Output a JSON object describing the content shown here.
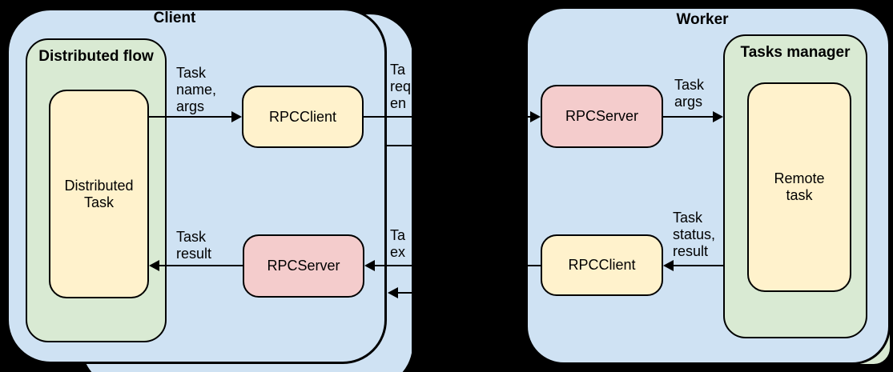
{
  "canvas": {
    "background": "#000000"
  },
  "colors": {
    "container_blue": "#cfe2f3",
    "group_green": "#d9ead3",
    "box_yellow": "#fff2cc",
    "box_red": "#f4cccc",
    "stroke": "#000000"
  },
  "client": {
    "title": "Client",
    "distributed_flow": {
      "title": "Distributed flow"
    },
    "distributed_task": {
      "label": "Distributed\nTask"
    },
    "rpc_client": {
      "label": "RPCClient"
    },
    "rpc_server": {
      "label": "RPCServer"
    },
    "labels": {
      "task_name_args": "Task\nname,\nargs",
      "task_result": "Task\nresult",
      "clipped_request": "Ta\nreq\nen",
      "clipped_exchange": "Ta\nex"
    }
  },
  "worker": {
    "title": "Worker",
    "tasks_manager": {
      "title": "Tasks manager"
    },
    "remote_task": {
      "label": "Remote\ntask"
    },
    "rpc_server": {
      "label": "RPCServer"
    },
    "rpc_client": {
      "label": "RPCClient"
    },
    "labels": {
      "task_args": "Task\nargs",
      "task_status_result": "Task\nstatus,\nresult"
    }
  }
}
